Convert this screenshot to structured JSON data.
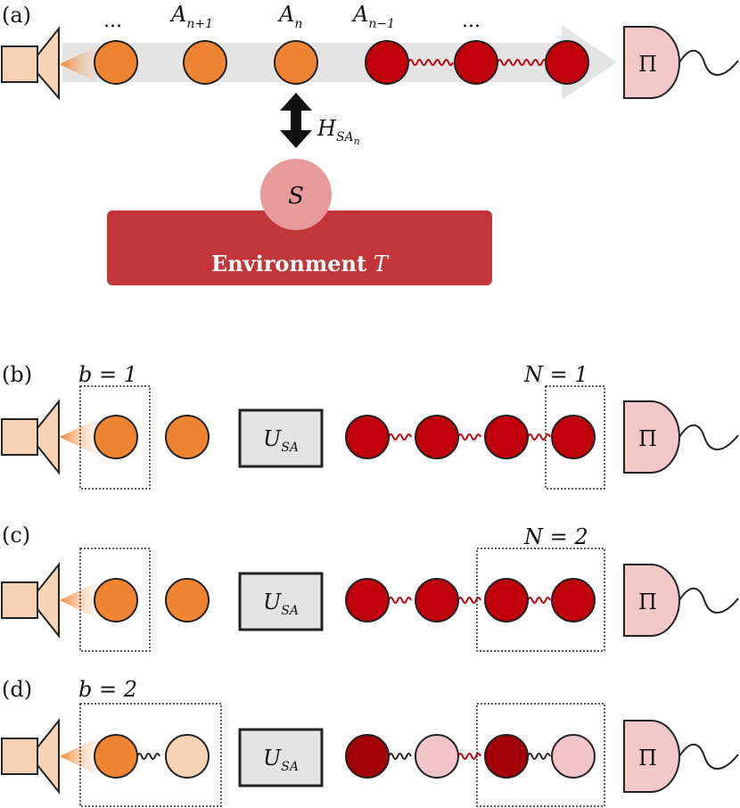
{
  "panels": {
    "a": "(a)",
    "b": "(b)",
    "c": "(c)",
    "d": "(d)"
  },
  "panel_a": {
    "dots_left": "...",
    "dots_right": "...",
    "A_prefix": "A",
    "sub_next": "n+1",
    "sub_n": "n",
    "sub_prev": "n−1",
    "H_prefix": "H",
    "H_sub": "SA",
    "H_subsub": "n",
    "system": "S",
    "environment_word": "Environment",
    "environment_var": "T",
    "detector": "Π"
  },
  "panel_b": {
    "b_label": "b = 1",
    "N_label": "N = 1",
    "U_prefix": "U",
    "U_sub": "SA",
    "detector": "Π"
  },
  "panel_c": {
    "N_label": "N = 2",
    "U_prefix": "U",
    "U_sub": "SA",
    "detector": "Π"
  },
  "panel_d": {
    "b_label": "b = 2",
    "U_prefix": "U",
    "U_sub": "SA",
    "detector": "Π"
  },
  "colors": {
    "orange": "#ef8432",
    "dark_red": "#c0000a",
    "deep_red": "#a10008",
    "light_pink": "#f2c6c8",
    "peach": "#f9d3b5",
    "environment": "#c23539",
    "system": "#e89a9b",
    "detector": "#f3c8c9",
    "arrow_band": "#e4e4e4"
  }
}
